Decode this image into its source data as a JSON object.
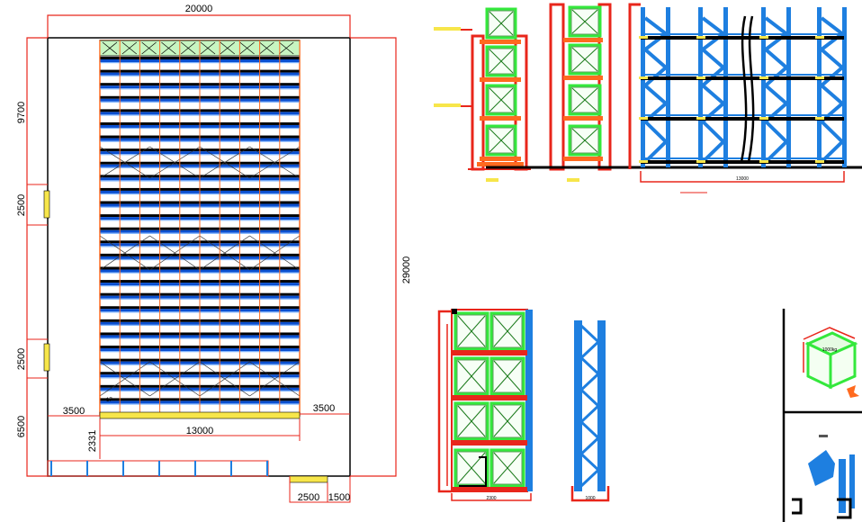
{
  "plan_view": {
    "dimensions": {
      "overall_width": "20000",
      "overall_length": "29000",
      "left_segment_top": "9700",
      "left_door_1": "2500",
      "left_door_2": "2500",
      "left_bottom": "6500",
      "bottom_left_offset": "3500",
      "bottom_right_offset": "3500",
      "rack_width": "13000",
      "aisle_gap": "2331",
      "bottom_door": "2500",
      "bottom_right": "1500"
    },
    "rack_label": "17"
  },
  "side_view": {
    "total_length": "13000"
  },
  "bay_detail": {
    "width": "2300"
  },
  "frame_detail": {
    "width": "1000"
  },
  "pallet_detail": {
    "load_label": "1000kg"
  },
  "colors": {
    "dimension_line": "#e8261b",
    "upright": "#1e7fe0",
    "beam_orange": "#ff6a1f",
    "pallet_green": "#34e83c",
    "deck_blue": "#0a4fd0",
    "highlight_yellow": "#f7e64a"
  }
}
